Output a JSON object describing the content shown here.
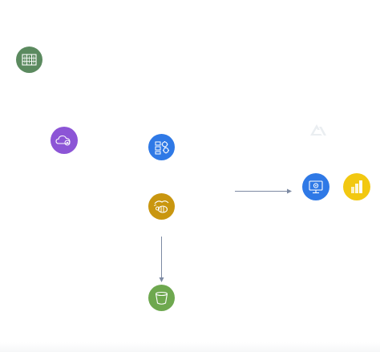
{
  "diagram": {
    "nodes": [
      {
        "id": "db",
        "icon": "database-icon",
        "color": "#5b8a5f"
      },
      {
        "id": "cloud",
        "icon": "cloud-gear-icon",
        "color": "#8c55d6"
      },
      {
        "id": "gear",
        "icon": "gear-cluster-icon",
        "color": "#2f79e6"
      },
      {
        "id": "bee",
        "icon": "bee-icon",
        "color": "#c9960f"
      },
      {
        "id": "bucket",
        "icon": "bucket-icon",
        "color": "#6ea84f"
      },
      {
        "id": "monitor",
        "icon": "monitor-gear-icon",
        "color": "#2f79e6"
      },
      {
        "id": "bi",
        "icon": "bar-chart-icon",
        "color": "#f2c811"
      }
    ],
    "edges": [
      {
        "from": "bee",
        "to": "bucket"
      },
      {
        "from": "gear",
        "to": "monitor"
      }
    ],
    "edge_color": "#7d8aa3",
    "logo": {
      "icon": "airbyte-logo-icon",
      "color": "#8fa6b8"
    }
  }
}
